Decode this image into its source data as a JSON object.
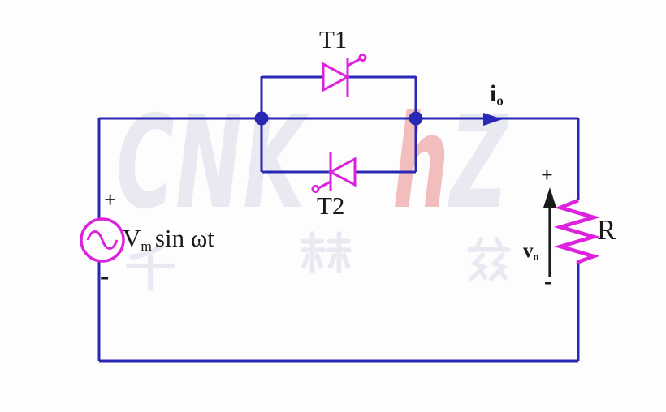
{
  "source": {
    "plus": "+",
    "minus": "-",
    "label_v": "V",
    "label_sub": "m",
    "label_rest": "sin ωt"
  },
  "thyristors": {
    "t1_label": "T1",
    "t2_label": "T2"
  },
  "output_current": {
    "base": "i",
    "sub": "o"
  },
  "load": {
    "r_label": "R",
    "plus": "+",
    "minus": "-",
    "v_base": "v",
    "v_sub": "o"
  },
  "watermark": {
    "letters": [
      "C",
      "N",
      "K",
      "h",
      "Z"
    ],
    "hanzi": [
      "千",
      "赫",
      "兹"
    ]
  },
  "colors": {
    "wire": "#2828b4",
    "component": "#dd22dd",
    "text": "#1a1a1a",
    "watermark_gray": "#e9e9f1",
    "watermark_red": "#f2bdbd",
    "background": "#fdfdfd"
  }
}
